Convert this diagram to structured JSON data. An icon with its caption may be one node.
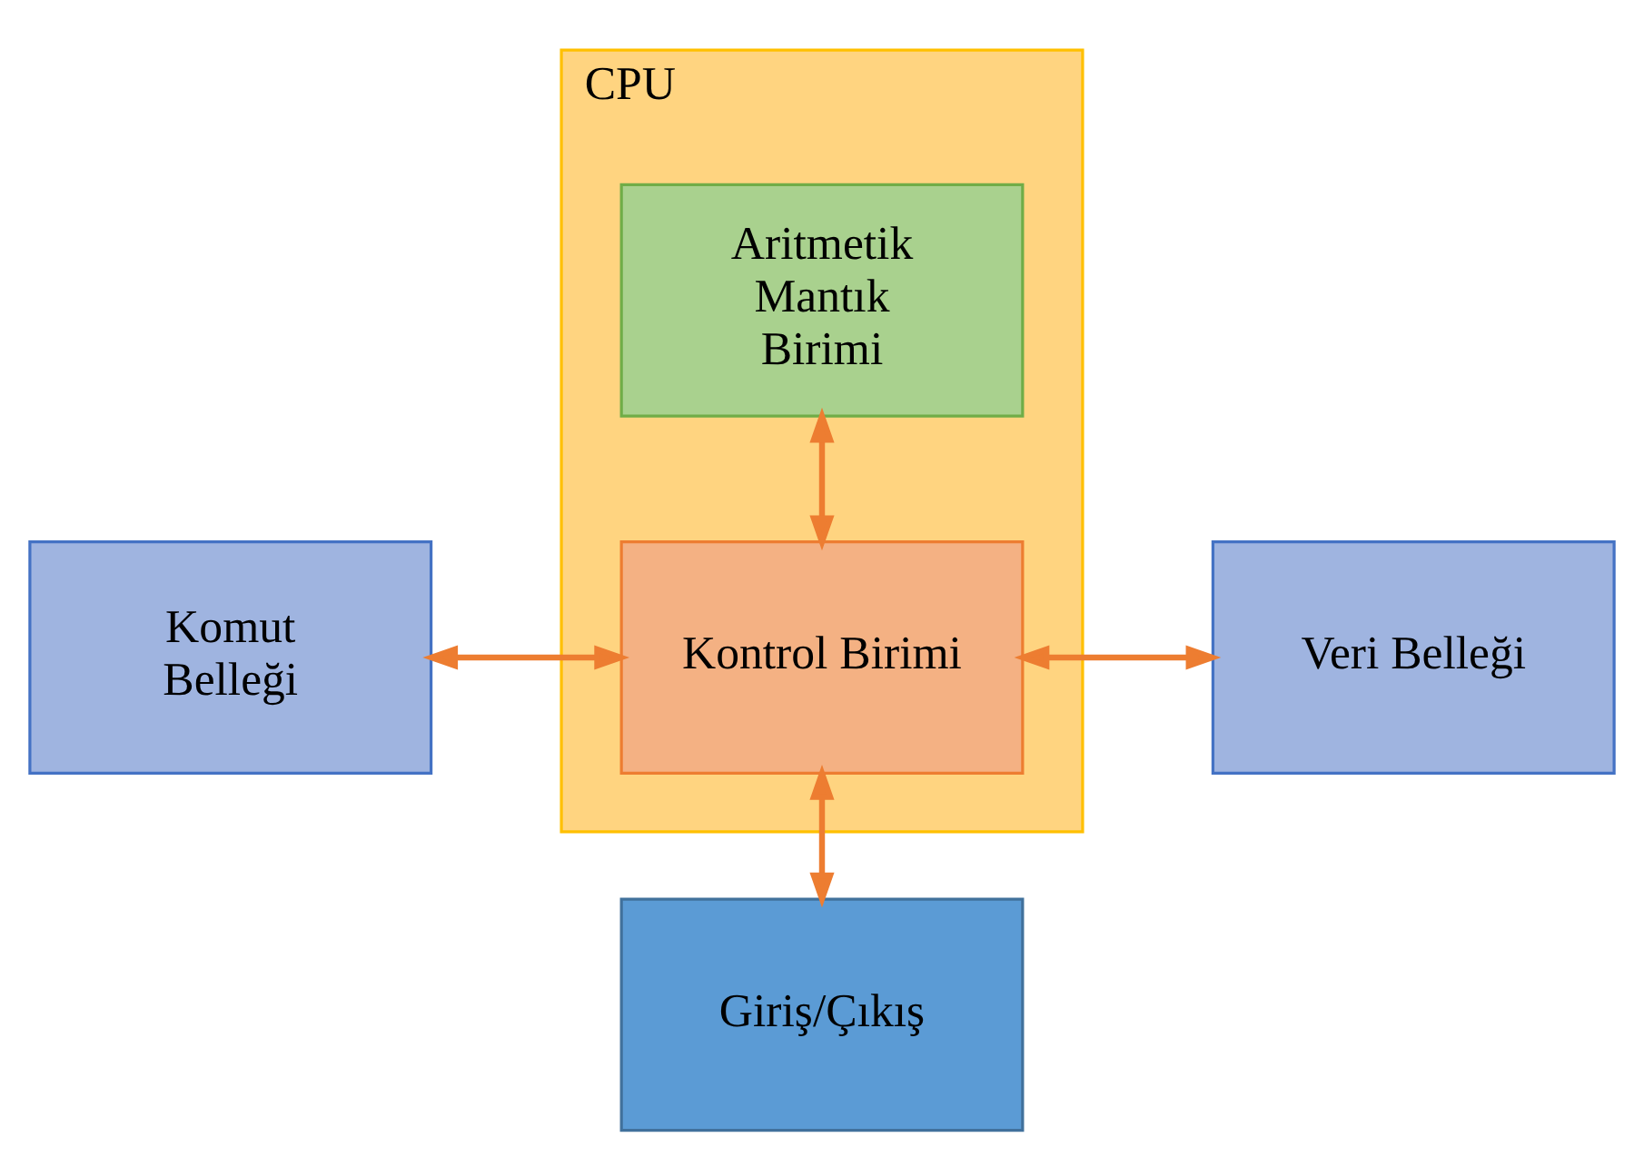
{
  "diagram": {
    "nodes": [
      {
        "text": [
          "CPU"
        ]
      },
      {
        "text": [
          "Aritmetik Mantık Birimi"
        ],
        "in": 0
      },
      {
        "text": [
          "Kontrol Birimi"
        ],
        "in": 0
      },
      {
        "text": [
          "Komut Belleği"
        ]
      },
      {
        "text": [
          "Veri Belleği"
        ]
      },
      {
        "text": [
          "Giriş/Çıkış"
        ]
      }
    ],
    "edges": [
      {
        "from": 1,
        "to": 2,
        "arrow": "both"
      },
      {
        "from": 3,
        "to": 2,
        "arrow": "both"
      },
      {
        "from": 2,
        "to": 4,
        "arrow": "both"
      },
      {
        "from": 2,
        "to": 5,
        "arrow": "both"
      }
    ]
  }
}
